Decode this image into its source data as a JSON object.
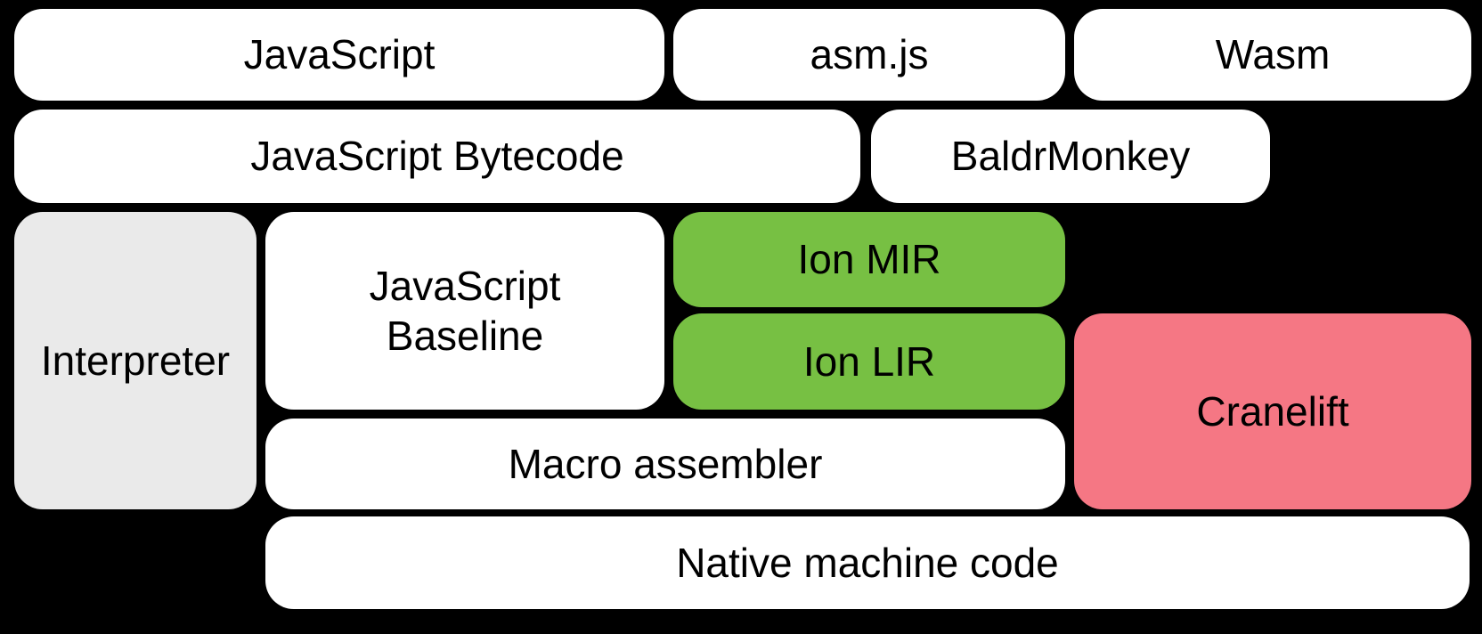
{
  "diagram": {
    "boxes": {
      "javascript": "JavaScript",
      "asmjs": "asm.js",
      "wasm": "Wasm",
      "bytecode": "JavaScript Bytecode",
      "baldrmonkey": "BaldrMonkey",
      "interpreter": "Interpreter",
      "baseline": "JavaScript\nBaseline",
      "ionmir": "Ion MIR",
      "ionlir": "Ion LIR",
      "cranelift": "Cranelift",
      "macroassembler": "Macro assembler",
      "nativemachinecode": "Native machine code"
    },
    "colors": {
      "background": "#000000",
      "box_default": "#ffffff",
      "interpreter_gray": "#eaeaea",
      "ion_green": "#77c043",
      "cranelift_pink": "#f57784",
      "text": "#000000"
    }
  }
}
